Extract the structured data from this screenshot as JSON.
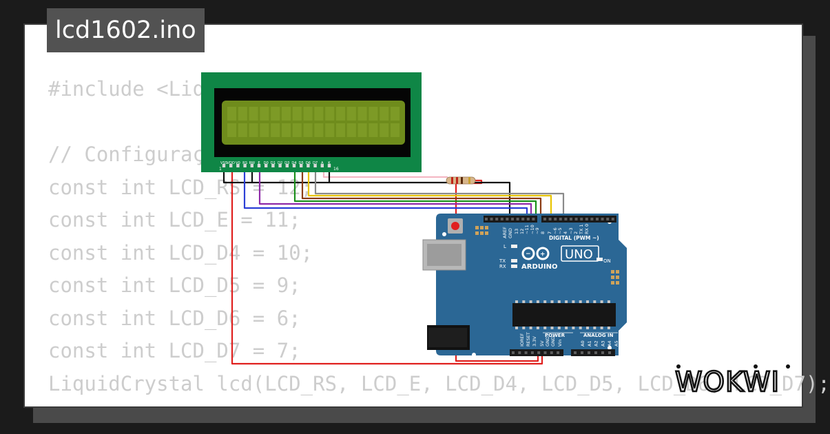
{
  "file_name": "lcd1602.ino",
  "code_lines": [
    "#include <Liqu",
    "",
    "// Configuraçõe",
    "const int LCD_RS = 12;",
    "const int LCD_E = 11;",
    "const int LCD_D4 = 10;",
    "const int LCD_D5 = 9;",
    "const int LCD_D6 = 6;",
    "const int LCD_D7 = 7;",
    "LiquidCrystal lcd(LCD_RS, LCD_E, LCD_D4, LCD_D5, LCD_D6, LCD_D7);"
  ],
  "lcd": {
    "pin_labels": [
      "VSS",
      "VDD",
      "V0",
      "RS",
      "RW",
      "E",
      "D0",
      "D1",
      "D2",
      "D3",
      "D4",
      "D5",
      "D6",
      "D7",
      "A",
      "K"
    ],
    "pin_first": "1",
    "pin_last": "16"
  },
  "arduino": {
    "model": "UNO",
    "brand": "ARDUINO",
    "digital_label": "DIGITAL (PWM ~)",
    "aref": "AREF",
    "gnd": "GND",
    "top_pins": [
      "13",
      "12",
      "~11",
      "~10",
      "~9",
      "8",
      "7",
      "~6",
      "~5",
      "4",
      "~3",
      "2",
      "TX 1",
      "RX 0"
    ],
    "led_l": "L",
    "led_tx": "TX",
    "led_rx": "RX",
    "on_label": "ON",
    "power_label": "POWER",
    "analog_label": "ANALOG IN",
    "power_pins": [
      "IOREF",
      "RESET",
      "3.3V",
      "5V",
      "GND",
      "GND",
      "Vin"
    ],
    "analog_pins": [
      "A0",
      "A1",
      "A2",
      "A3",
      "A4",
      "A5"
    ]
  },
  "brand_logo": "WOKWI",
  "colors": {
    "background": "#1b1b1b",
    "card": "#ffffff",
    "code_text": "#cdcdcd",
    "title_bg": "#525252",
    "lcd_pcb": "#0f8646",
    "lcd_screen": "#6f8c1c",
    "arduino_board": "#2b6795",
    "wire_red": "#e0201e",
    "wire_black": "#111111",
    "wire_blue": "#2b3fd6",
    "wire_purple": "#8f2aa8",
    "wire_green": "#1b8f1b",
    "wire_brown": "#8a3b12",
    "wire_yellow": "#e8c400",
    "wire_gray": "#8a8a8a",
    "wire_pink": "#f4b8c4"
  }
}
